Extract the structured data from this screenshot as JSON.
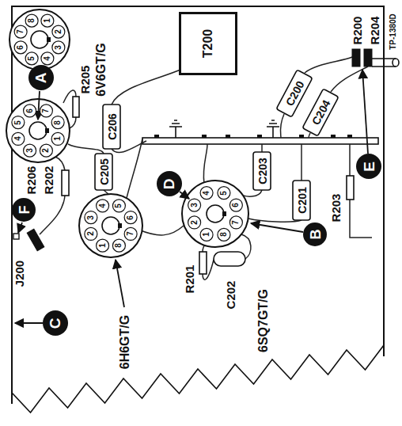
{
  "diagram": {
    "nodes": [
      {
        "text": [
          "T200"
        ]
      },
      {
        "text": [
          "A"
        ]
      },
      {
        "text": [
          "B"
        ]
      },
      {
        "text": [
          "C"
        ]
      },
      {
        "text": [
          "D"
        ]
      },
      {
        "text": [
          "E"
        ]
      },
      {
        "text": [
          "F"
        ]
      }
    ],
    "labels": [
      "TP-1380D",
      "R200",
      "R204",
      "C200",
      "C204",
      "R203",
      "C203",
      "C201",
      "6V6GT/G",
      "R205",
      "C206",
      "C205",
      "R206",
      "R202",
      "J200",
      "R201",
      "C202",
      "6SQ7GT/G",
      "6H6GT/G",
      "1",
      "2",
      "3",
      "4",
      "5",
      "6",
      "7",
      "8",
      "1",
      "2",
      "3",
      "4",
      "5",
      "6",
      "7",
      "8",
      "1",
      "2",
      "3",
      "4",
      "5",
      "6",
      "7",
      "8",
      "1",
      "2",
      "3",
      "4",
      "5",
      "6",
      "7",
      "8"
    ]
  }
}
